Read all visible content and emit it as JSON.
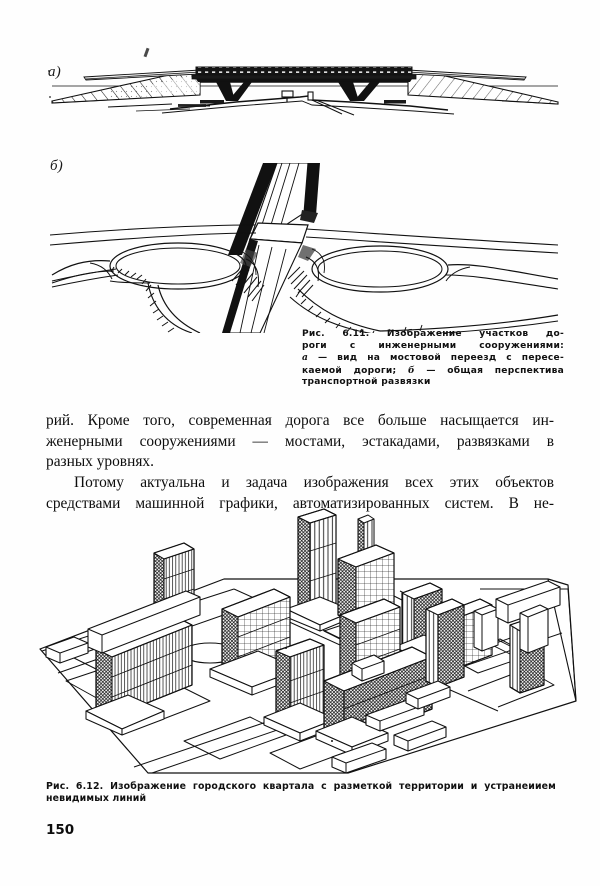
{
  "page": {
    "number": "150",
    "background": "#fefefe",
    "ink": "#111111"
  },
  "figures": [
    {
      "id": "fig-6-11-a",
      "letter": "а)",
      "kind": "line-drawing",
      "subject": "bridge-overpass-perspective"
    },
    {
      "id": "fig-6-11-b",
      "letter": "б)",
      "kind": "line-drawing",
      "subject": "cloverleaf-interchange-perspective"
    },
    {
      "id": "fig-6-12",
      "kind": "line-drawing",
      "subject": "axonometric-city-block-hidden-line-removal"
    }
  ],
  "caption_611": {
    "lines": [
      "Рис. 6.11. Изображение участков до-",
      "роги с инженерными сооружениями:"
    ],
    "sub_lines": [
      {
        "italic": "а",
        "text": " — вид на мостовой переезд с пересе-"
      },
      {
        "text": "каемой дороги; ",
        "italic": "б",
        "text2": " — общая перспектива"
      },
      {
        "text3": "транспортной развязки"
      }
    ],
    "line1": "Рис. 6.11. Изображение участков до-",
    "line2": "роги с инженерными сооружениями:",
    "line3_italic": "а",
    "line3_rest": "— вид на мостовой переезд с пересе-",
    "line4_a": "каемой дороги;",
    "line4_italic": "б",
    "line4_rest": "— общая перспектива",
    "line5": "транспортной развязки"
  },
  "body": {
    "paragraph1": {
      "line1": "рий. Кроме того, современная дорога все больше насыщается ин-",
      "line2": "женерными сооружениями — мостами, эстакадами, развязками в",
      "line3": "разных уровнях."
    },
    "paragraph2": {
      "line1": "Потому актуальна и задача изображения всех этих объектов",
      "line2": "средствами машинной графики, автоматизированных систем. В не-"
    }
  },
  "caption_612": {
    "line1": "Рис. 6.12. Изображение городского квартала с разметкой территории и устранеиием",
    "line2": "невидимых линий"
  }
}
